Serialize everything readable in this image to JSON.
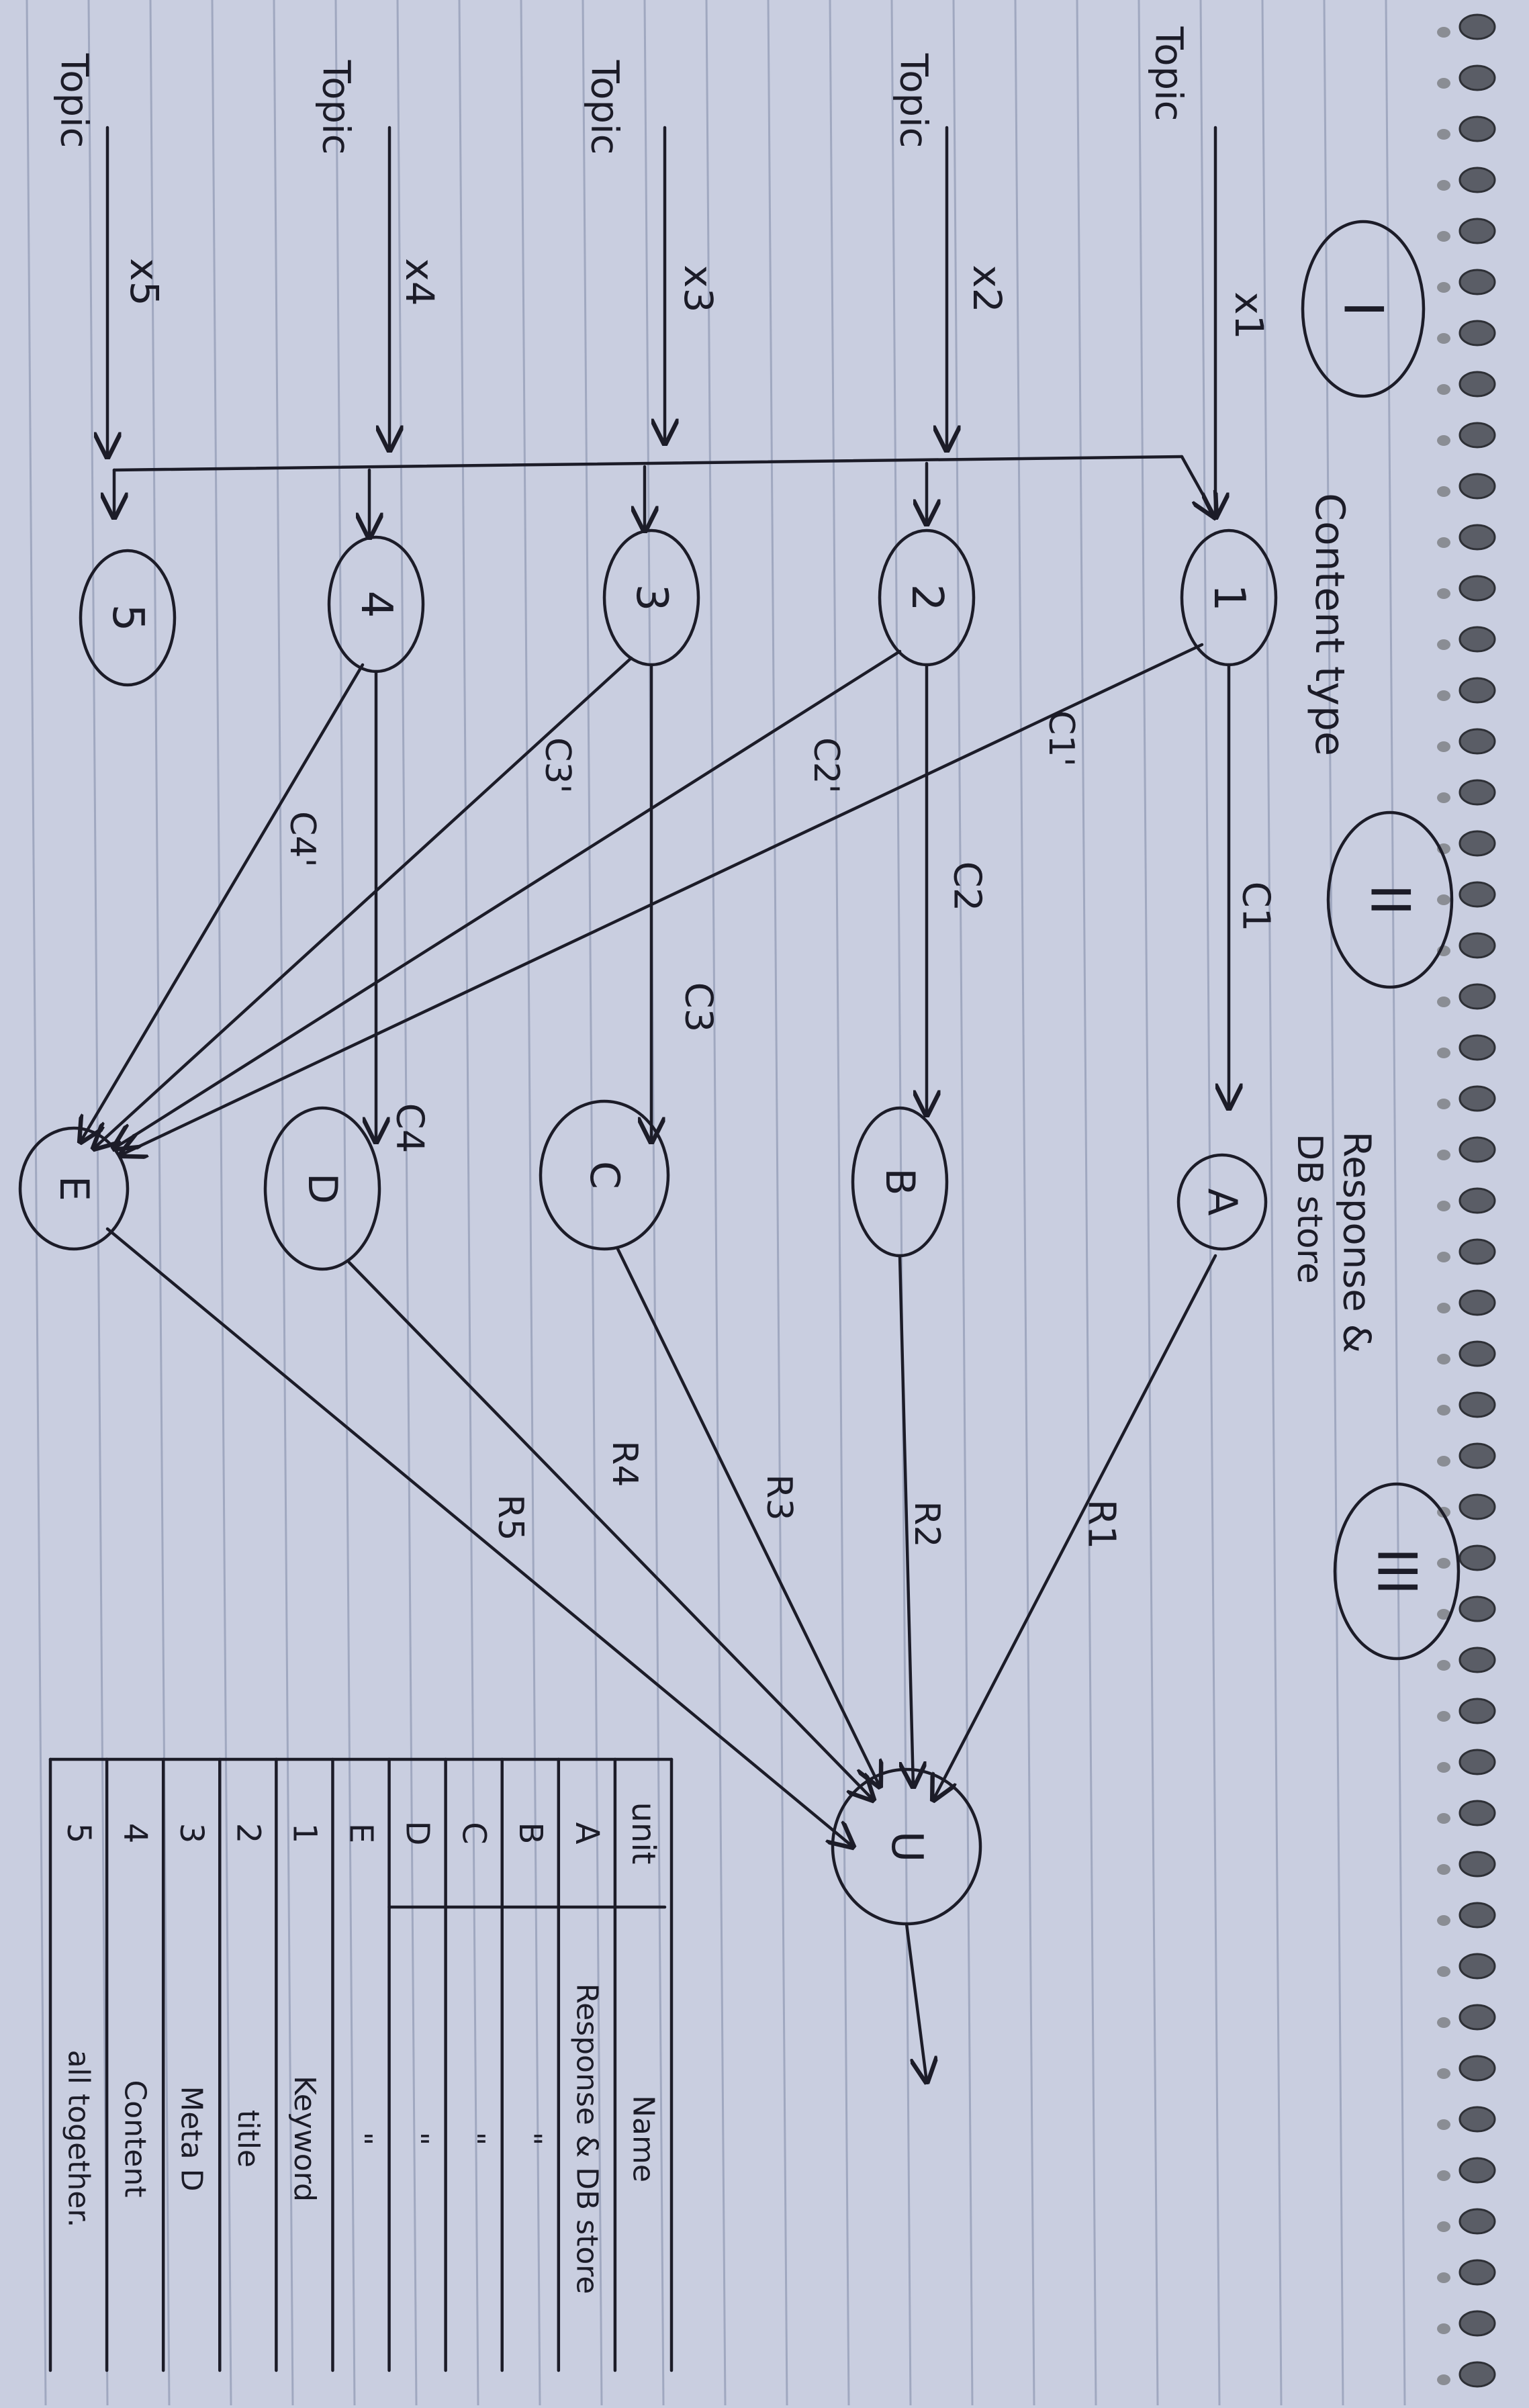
{
  "diagram": {
    "phase_labels": [
      "I",
      "II",
      "III"
    ],
    "header_labels": {
      "content_type": "Content type",
      "response_store_line1": "Response &",
      "response_store_line2": "DB store"
    },
    "topic_label": "Topic",
    "input_edges": [
      "x1",
      "x2",
      "x3",
      "x4",
      "x5"
    ],
    "content_nodes": [
      "1",
      "2",
      "3",
      "4",
      "5"
    ],
    "content_edges": [
      "C1",
      "C2",
      "C3",
      "C4"
    ],
    "cross_edges": [
      "C1'",
      "C2'",
      "C3'",
      "C4'"
    ],
    "store_nodes": [
      "A",
      "B",
      "C",
      "D",
      "E"
    ],
    "response_edges": [
      "R1",
      "R2",
      "R3",
      "R4",
      "R5"
    ],
    "output_node": "U"
  },
  "legend": {
    "headers": [
      "unit",
      "Name"
    ],
    "rows": [
      [
        "A",
        "Response & DB store"
      ],
      [
        "B",
        "\""
      ],
      [
        "C",
        "\""
      ],
      [
        "D",
        "\""
      ],
      [
        "E",
        "\""
      ],
      [
        "1",
        "Keyword"
      ],
      [
        "2",
        "title"
      ],
      [
        "3",
        "Meta D"
      ],
      [
        "4",
        "Content"
      ],
      [
        "5",
        "all together."
      ]
    ]
  }
}
